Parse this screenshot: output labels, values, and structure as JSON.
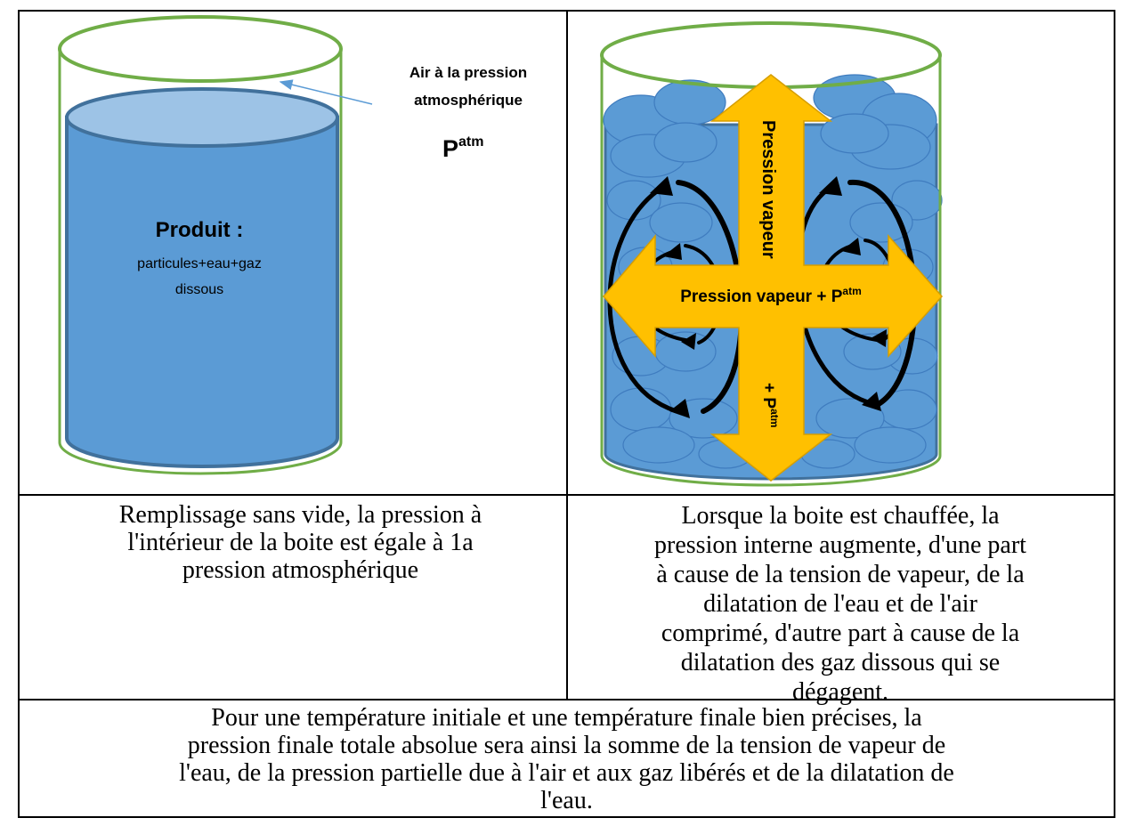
{
  "left_panel": {
    "air_label_line1": "Air à la pression",
    "air_label_line2": "atmosphérique",
    "patm_base": "P",
    "patm_sup": "atm",
    "product_title": "Produit",
    "product_colon": " :",
    "product_line1": "particules+eau+gaz",
    "product_line2": "dissous",
    "caption_lines": [
      "Remplissage sans vide, la pression à",
      "l'intérieur de la boite est égale à 1a",
      "pression atmosphérique"
    ]
  },
  "right_panel": {
    "vertical_label_top": "Pression vapeur",
    "horizontal_label": "Pression vapeur + P",
    "horizontal_label_sup": "atm",
    "vertical_label_bottom": "+ P",
    "vertical_label_bottom_sup": "atm",
    "caption_lines": [
      "Lorsque la boite est chauffée, la",
      "pression interne augmente, d'une part",
      "à cause de la tension de vapeur, de la",
      "dilatation de l'eau et de l'air",
      "comprimé, d'autre part à cause de la",
      "dilatation des gaz dissous qui se",
      "dégagent."
    ]
  },
  "bottom_caption_lines": [
    "Pour une température initiale et une température finale bien précises, la",
    "pression finale totale absolue sera ainsi la somme de la tension de vapeur de",
    "l'eau, de la pression partielle due à l'air et aux gaz libérés et de la dilatation de",
    "l'eau."
  ],
  "colors": {
    "liquid": "#5b9bd5",
    "liquid_top": "#9dc3e6",
    "liquid_edge": "#41719c",
    "can_outline": "#70ad47",
    "arrow_yellow": "#ffc000",
    "arrow_edge": "#d69e00",
    "cloud": "#5b9bd5",
    "cloud_edge": "#4a86c0",
    "air_arrow": "#5b9bd5"
  }
}
